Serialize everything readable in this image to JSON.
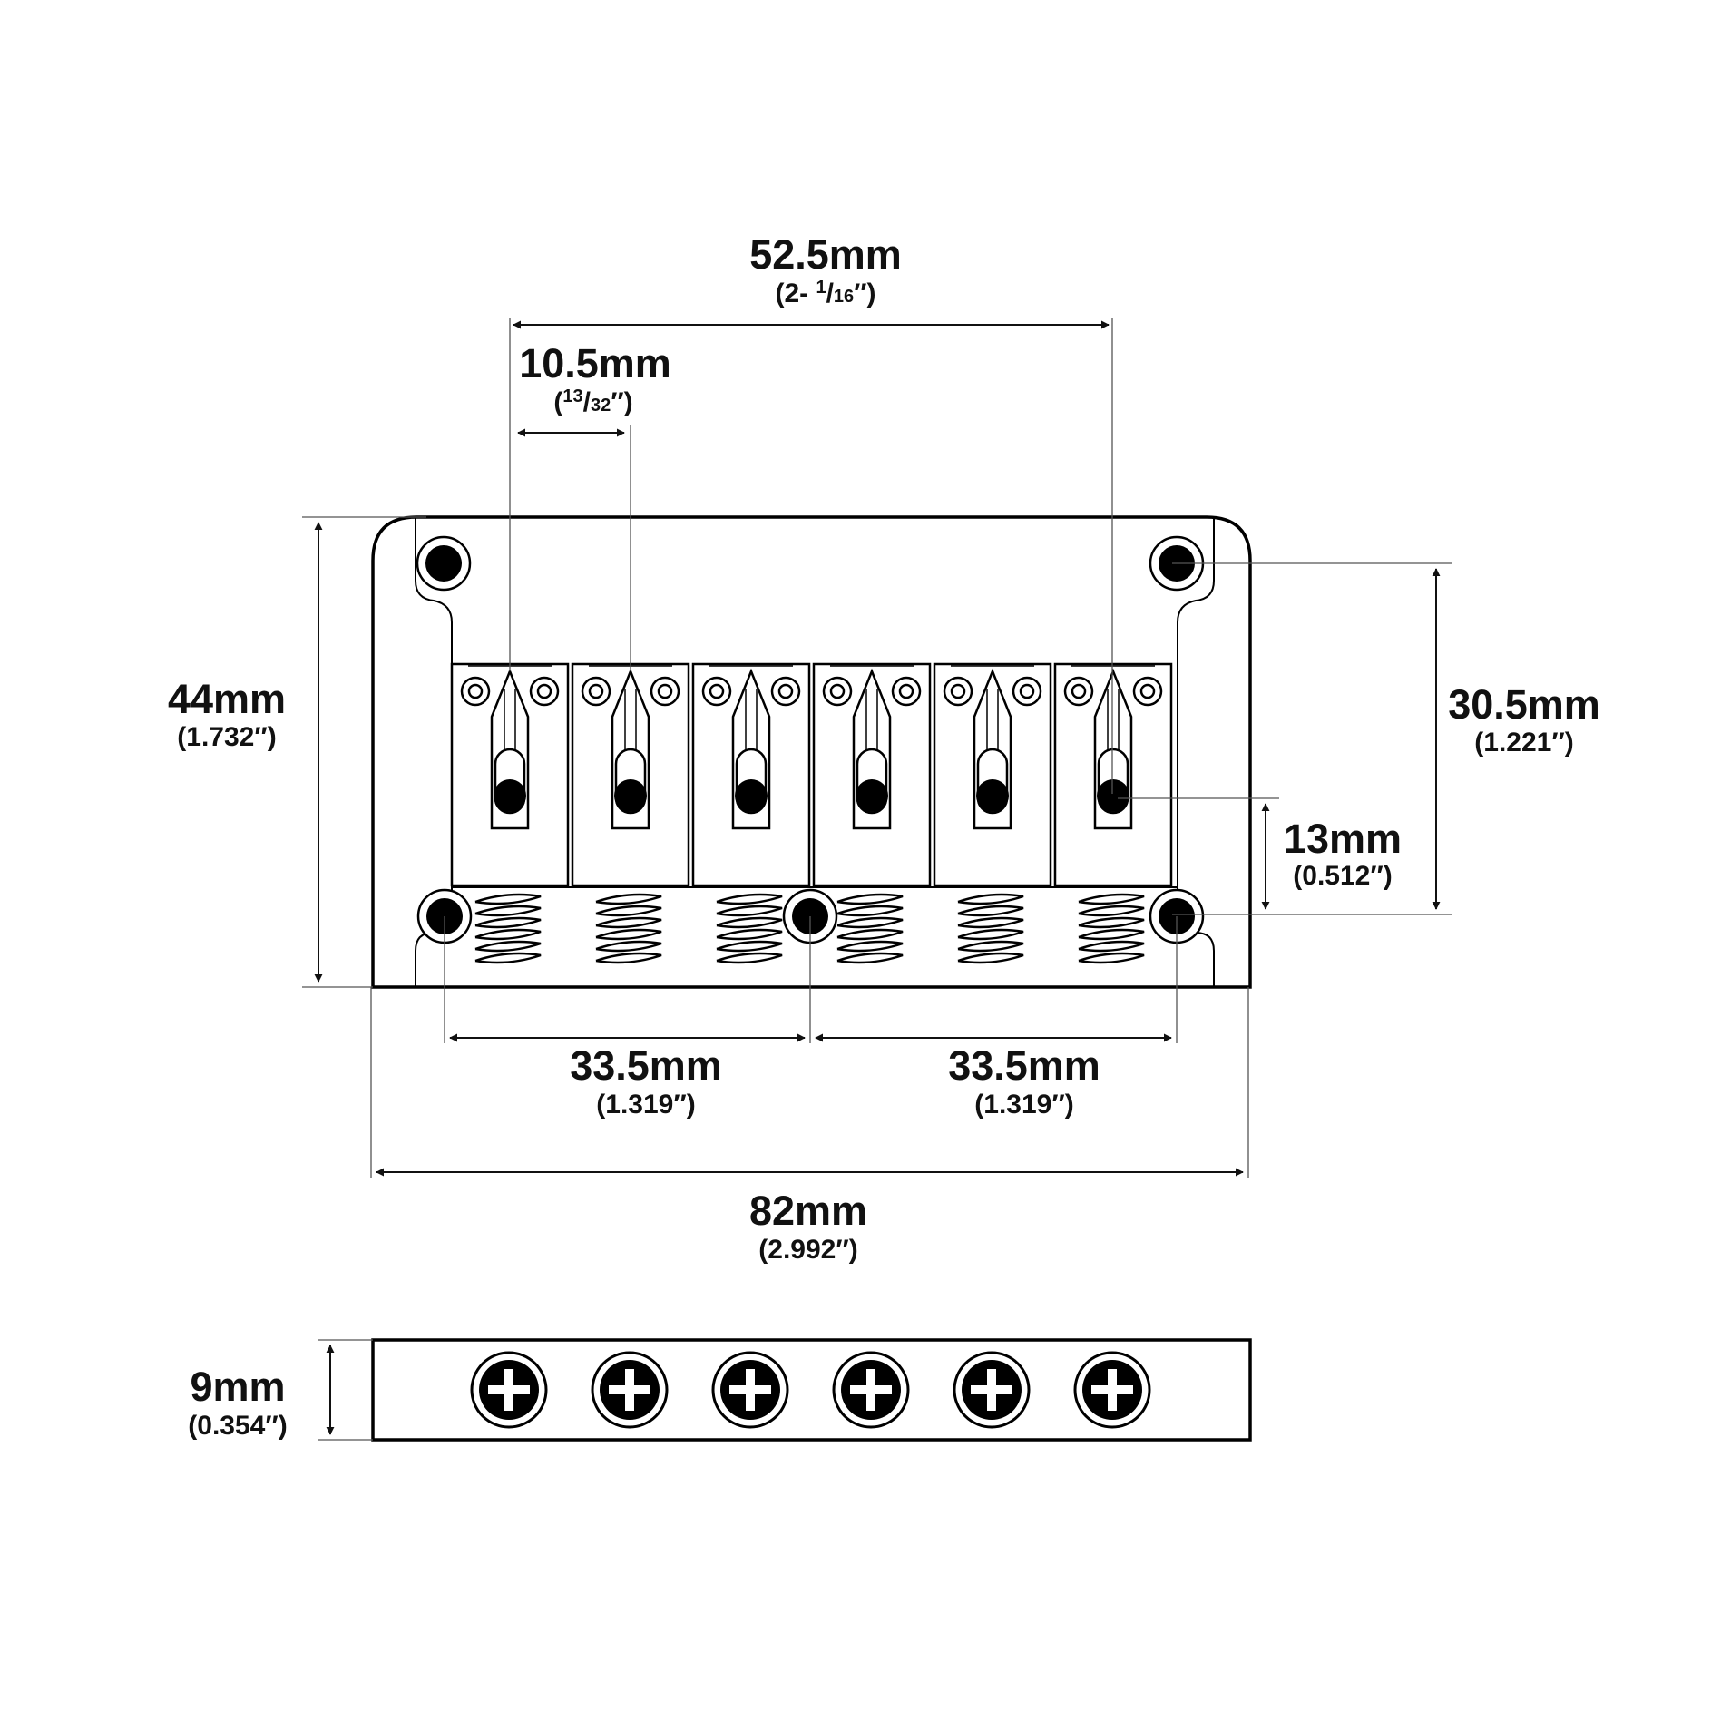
{
  "dimensions": {
    "string_spread": {
      "metric": "52.5mm",
      "imperial_whole": "(2- ",
      "imperial_num": "1",
      "imperial_slash": "/",
      "imperial_den": "16",
      "imperial_close": "″)"
    },
    "string_spacing": {
      "metric": "10.5mm",
      "imperial_open": "(",
      "imperial_num": "13",
      "imperial_slash": "/",
      "imperial_den": "32",
      "imperial_close": "″)"
    },
    "plate_depth": {
      "metric": "44mm",
      "imperial": "(1.732″)"
    },
    "mount_hole_vertical": {
      "metric": "30.5mm",
      "imperial": "(1.221″)"
    },
    "pivot_offset": {
      "metric": "13mm",
      "imperial": "(0.512″)"
    },
    "hole_spacing_left": {
      "metric": "33.5mm",
      "imperial": "(1.319″)"
    },
    "hole_spacing_right": {
      "metric": "33.5mm",
      "imperial": "(1.319″)"
    },
    "plate_width": {
      "metric": "82mm",
      "imperial": "(2.992″)"
    },
    "side_height": {
      "metric": "9mm",
      "imperial": "(0.354″)"
    }
  },
  "parts": {
    "saddle_count": 6,
    "spring_count": 6,
    "screw_count": 6
  },
  "colors": {
    "line": "#000000",
    "background": "#ffffff"
  }
}
